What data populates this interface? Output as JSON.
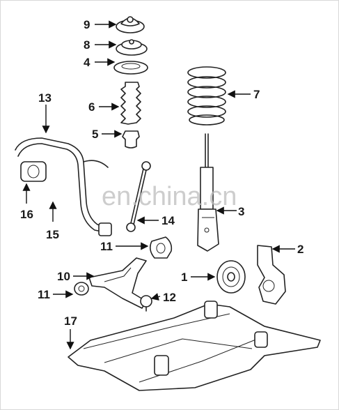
{
  "diagram": {
    "watermark": "en.china.cn",
    "callouts": [
      "9",
      "8",
      "4",
      "6",
      "5",
      "7",
      "13",
      "16",
      "15",
      "3",
      "14",
      "11",
      "2",
      "1",
      "10",
      "11",
      "12",
      "17"
    ],
    "colors": {
      "line": "#222222",
      "background": "#ffffff",
      "watermark": "#bcbcbc"
    }
  }
}
